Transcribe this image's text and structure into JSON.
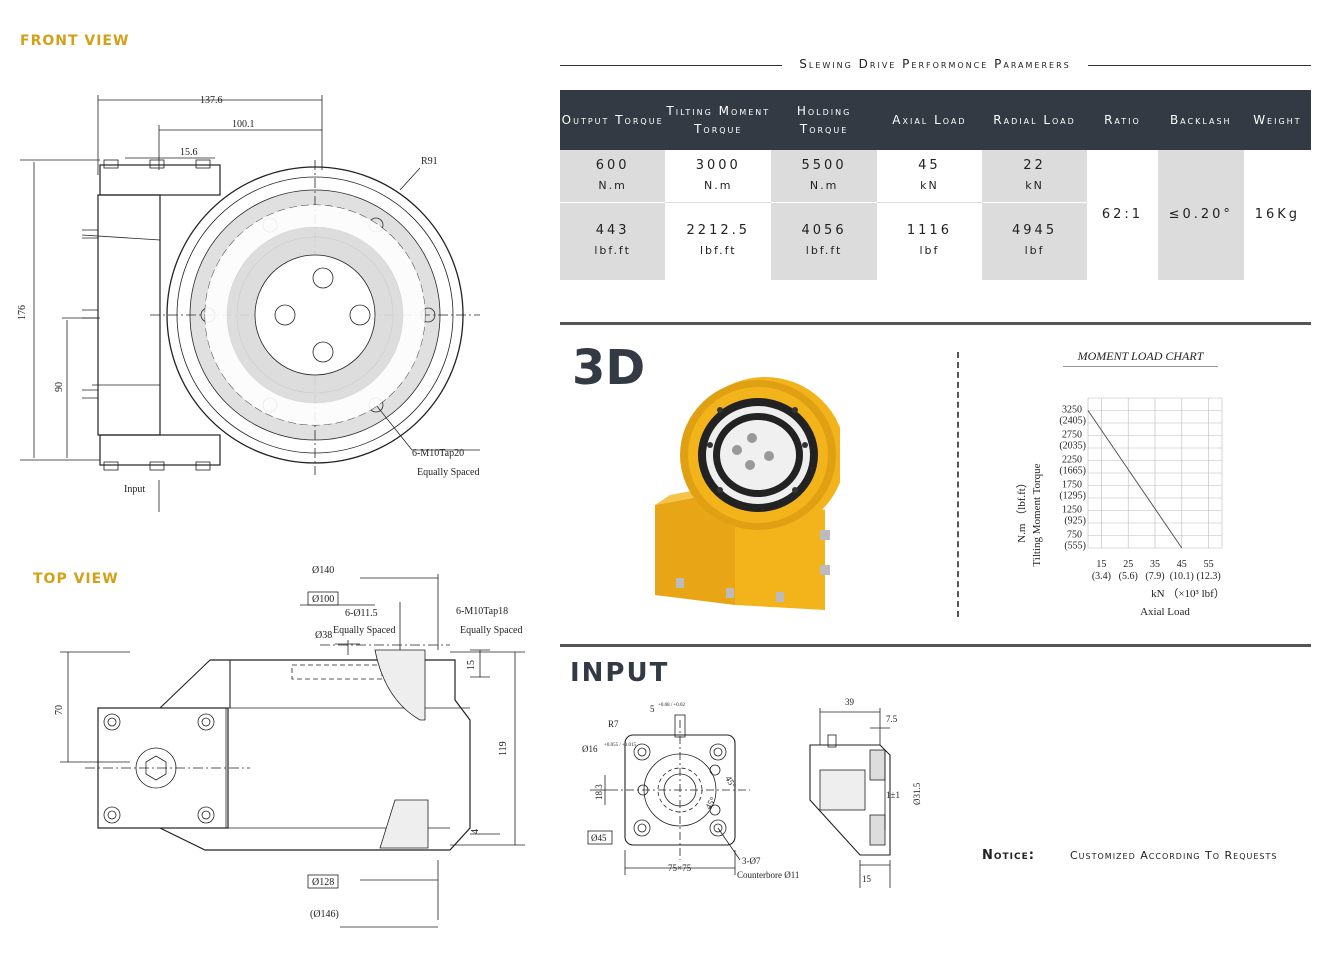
{
  "front_view": {
    "title": "FRONT VIEW",
    "dims": {
      "d1": "137.6",
      "d2": "100.1",
      "d3": "15.6",
      "r": "R91",
      "h": "176",
      "h2": "90",
      "note1": "6-M10Tap20",
      "note2": "Equally Spaced",
      "input": "Input"
    }
  },
  "top_view": {
    "title": "TOP VIEW",
    "dims": {
      "d140": "Ø140",
      "d100": "Ø100",
      "d38": "Ø38",
      "h1": "6-Ø11.5",
      "h1b": "Equally Spaced",
      "h2": "6-M10Tap18",
      "h2b": "Equally Spaced",
      "d15": "15",
      "d70": "70",
      "d119": "119",
      "d4": "4",
      "d128": "Ø128",
      "d146": "(Ø146)"
    }
  },
  "spec": {
    "title": "Slewing Drive Performonce Paramerers",
    "headers": [
      "Output Torque",
      "Tilting Moment Torque",
      "Holding Torque",
      "Axial Load",
      "Radial Load",
      "Ratio",
      "Backlash",
      "Weight"
    ],
    "metric": [
      [
        "600",
        "N.m"
      ],
      [
        "3000",
        "N.m"
      ],
      [
        "5500",
        "N.m"
      ],
      [
        "45",
        "kN"
      ],
      [
        "22",
        "kN"
      ]
    ],
    "imperial": [
      [
        "443",
        "lbf.ft"
      ],
      [
        "2212.5",
        "lbf.ft"
      ],
      [
        "4056",
        "lbf.ft"
      ],
      [
        "1116",
        "lbf"
      ],
      [
        "4945",
        "lbf"
      ]
    ],
    "ratio": "62:1",
    "backlash": "≤0.20°",
    "weight": "16Kg"
  },
  "three_d": {
    "title": "3D"
  },
  "chart": {
    "title": "MOMENT LOAD CHART",
    "ylabel1": "Tilting Moment Torque",
    "ylabel2": "N.m （lbf.ft）",
    "xlabel1": "kN （×10³ lbf）",
    "xlabel2": "Axial Load"
  },
  "chart_data": {
    "type": "line",
    "title": "MOMENT LOAD CHART",
    "xlabel": "Axial Load kN (×10³ lbf)",
    "ylabel": "Tilting Moment Torque N.m (lbf.ft)",
    "x_ticks": [
      "15",
      "25",
      "35",
      "45",
      "55"
    ],
    "x_ticks_imperial": [
      "(3.4)",
      "(5.6)",
      "(7.9)",
      "(10.1)",
      "(12.3)"
    ],
    "y_ticks": [
      "3250",
      "2750",
      "2250",
      "1750",
      "1250",
      "750"
    ],
    "y_ticks_imperial": [
      "(2405)",
      "(2035)",
      "(1665)",
      "(1295)",
      "(925)",
      "(555)"
    ],
    "xlim": [
      10,
      60
    ],
    "ylim": [
      500,
      3500
    ],
    "series": [
      {
        "x": [
          10,
          45
        ],
        "y": [
          3250,
          500
        ]
      }
    ]
  },
  "input": {
    "title": "INPUT",
    "dims": {
      "r7": "R7",
      "d16": "Ø16",
      "tol16": "+0.055 / +0.015",
      "d5": "5",
      "tol5": "+0.08 / +0.02",
      "d183": "18.3",
      "ang1": "45°",
      "ang2": "45°",
      "d45": "Ø45",
      "d75": "75×75",
      "h3": "3-Ø7",
      "cb": "Counterbore Ø11",
      "d39": "39",
      "d75b": "7.5",
      "d315": "Ø31.5",
      "d1": "1±1",
      "d15": "15"
    }
  },
  "notice": {
    "label": "Notice:",
    "text": "Customized According To Requests"
  },
  "colors": {
    "accent": "#d4a017",
    "header": "#333a44",
    "cell_gray": "#dcdcdc",
    "yellow": "#f2b31b"
  }
}
